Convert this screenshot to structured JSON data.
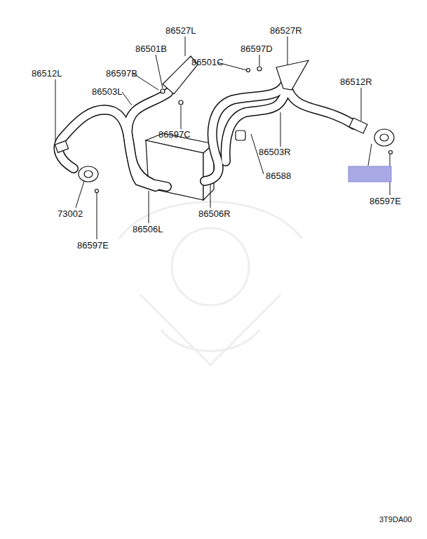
{
  "diagram": {
    "labels": [
      "86527L",
      "86527R",
      "86501B",
      "86597D",
      "86501C",
      "86512L",
      "86597B",
      "86512R",
      "86503L",
      "86597C",
      "86503R",
      "86588",
      "86506R",
      "73002",
      "86506L",
      "86597E",
      "86597E",
      "3T9DA00"
    ]
  }
}
